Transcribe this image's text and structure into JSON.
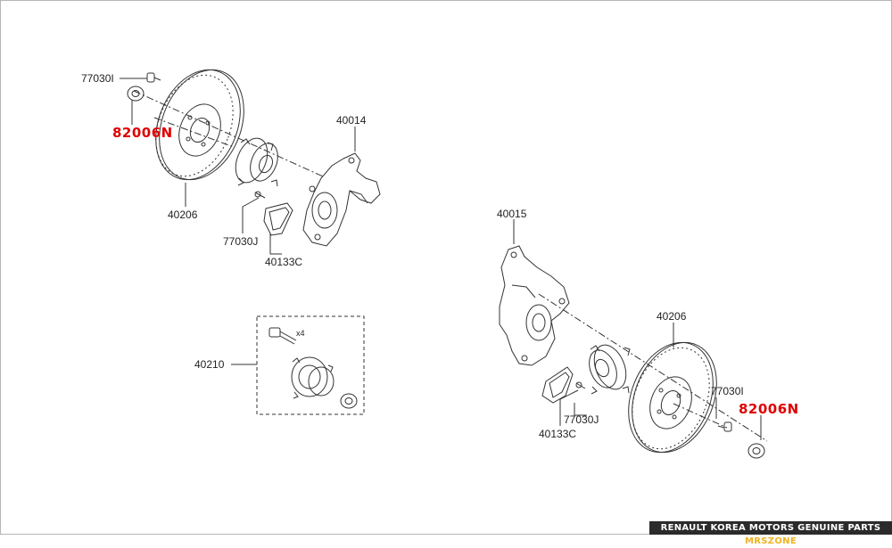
{
  "labels": {
    "l1_bolt": "77030I",
    "l1_nut": "82006N",
    "l1_disc": "40206",
    "l1_knuckle": "40014",
    "l1_screw": "77030J",
    "l1_shield": "40133C",
    "hub_assembly": "40210",
    "hub_bolt_qty": "x4",
    "r_knuckle": "40015",
    "r_disc": "40206",
    "r_bolt": "77030I",
    "r_nut": "82006N",
    "r_screw": "77030J",
    "r_shield": "40133C"
  },
  "footer": {
    "brand_text": "RENAULT KOREA MOTORS GENUINE PARTS",
    "site_text": "MRSZONE"
  },
  "colors": {
    "highlight": "#e00000",
    "footer_bg": "#2b2b2b",
    "footer_accent": "#f0b323"
  }
}
